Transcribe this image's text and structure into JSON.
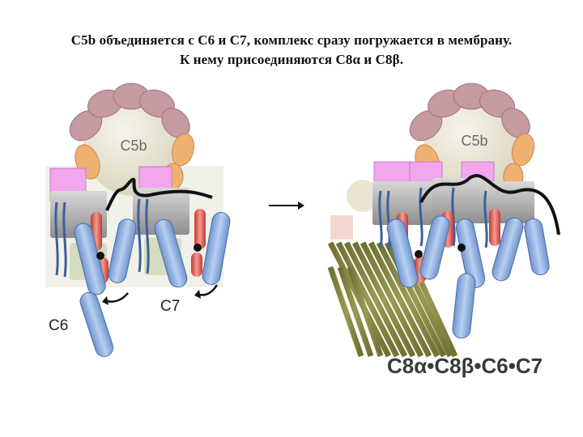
{
  "caption": {
    "line1": "C5b объединяется с С6 и С7, комплекс сразу погружается в мембрану.",
    "line2": "К нему присоединяются С8α и С8β."
  },
  "labels": {
    "c5b_left": "C5b",
    "c5b_right": "C5b",
    "c6": "C6",
    "c7": "C7",
    "complex": "C8α•C8β•C6•C7"
  },
  "colors": {
    "c5b_body": "#e9e5d2",
    "c5b_beads": "#c59aa0",
    "c5b_orange": "#f0b072",
    "pink_cube": "#f1a6ee",
    "gray_block": "#b6b6b6",
    "blue_helix": "#8fb2e2",
    "red_helix": "#e05a50",
    "olive_strand": "#7a7a3a",
    "green_base": "#d6dcc0"
  }
}
